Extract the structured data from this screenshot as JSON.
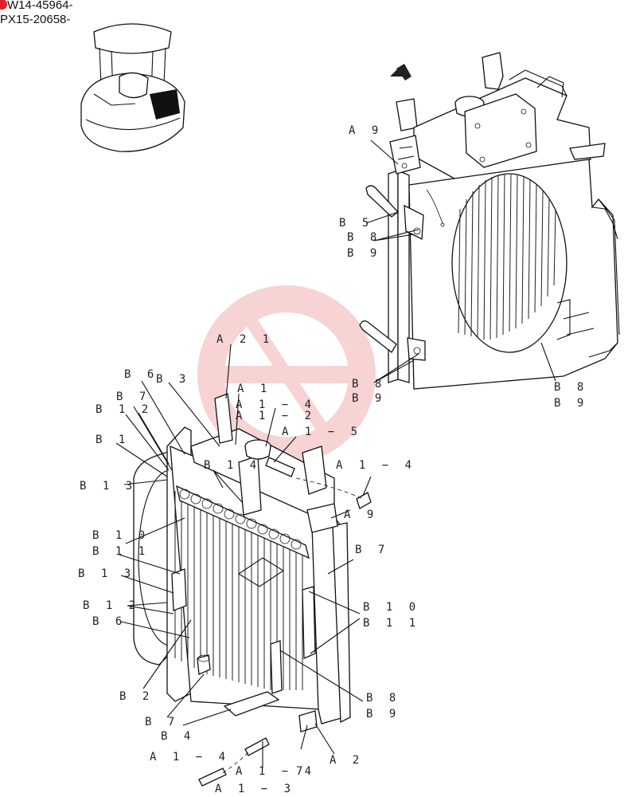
{
  "header": {
    "serial_1": "W14-45964-",
    "serial_2": "PX15-20658-"
  },
  "colors": {
    "badge": "#e0202a",
    "watermark": "#f2b0b0",
    "line": "#111111"
  },
  "labels": {
    "a9_top": "A 9",
    "b5": "B 5",
    "b8_top": "B 8",
    "b9_top": "B 9",
    "a21": "A 2 1",
    "b6_top": "B 6",
    "b3": "B 3",
    "a1": "A 1",
    "b7_top": "B 7",
    "a1_4_top": "A 1 − 4",
    "a1_2": "A 1 − 2",
    "b12_top": "B 1 2",
    "a1_5": "A 1 − 5",
    "b1": "B 1",
    "b14": "B 1 4",
    "a1_4_mid": "A 1 − 4",
    "b13_top": "B 1 3",
    "a9_mid": "A 9",
    "b10_left": "B 1 0",
    "b11_left": "B 1 1",
    "b7_right": "B 7",
    "b13_mid": "B 1 3",
    "b12_mid": "B 1 2",
    "b10_right": "B 1 0",
    "b11_right": "B 1 1",
    "b6_mid": "B 6",
    "b8_center": "B 8",
    "b9_center": "B 9",
    "b8_shroud": "B 8",
    "b9_shroud": "B 9",
    "b8_low": "B 8",
    "b9_low": "B 9",
    "b2": "B 2",
    "b7_low": "B 7",
    "b4": "B 4",
    "a1_4_bottom": "A 1 − 4",
    "a1_4_bottom2": "A 1 − 4",
    "a7": "7",
    "a2": "A 2",
    "a1_3": "A 1 − 3"
  }
}
